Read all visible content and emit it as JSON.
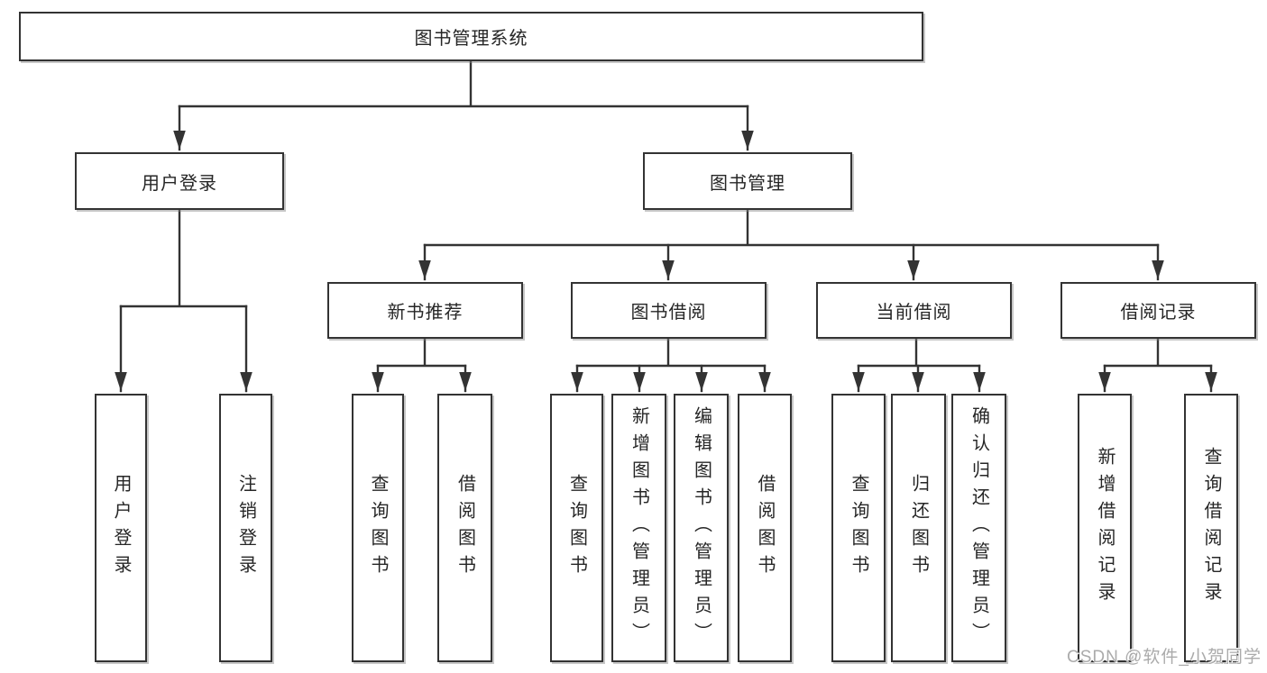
{
  "diagram_title": "图书管理系统",
  "nodes": {
    "root": {
      "label": "图书管理系统"
    },
    "level2": [
      {
        "label": "用户登录"
      },
      {
        "label": "图书管理"
      }
    ],
    "level3": [
      {
        "label": "新书推荐"
      },
      {
        "label": "图书借阅"
      },
      {
        "label": "当前借阅"
      },
      {
        "label": "借阅记录"
      }
    ],
    "leaves": {
      "user_login": [
        "用户登录",
        "注销登录"
      ],
      "new_book": [
        "查询图书",
        "借阅图书"
      ],
      "book_borrow": [
        "查询图书",
        "新增图书（管理员）",
        "编辑图书（管理员）",
        "借阅图书"
      ],
      "current_borrow": [
        "查询图书",
        "归还图书",
        "确认归还（管理员）"
      ],
      "records": [
        "新增借阅记录",
        "查询借阅记录"
      ]
    }
  },
  "watermark": {
    "text": "CSDN @软件_小贺同学"
  },
  "colors": {
    "line": "#333333",
    "text": "#262626",
    "watermark": "#ababab",
    "background": "#ffffff"
  }
}
